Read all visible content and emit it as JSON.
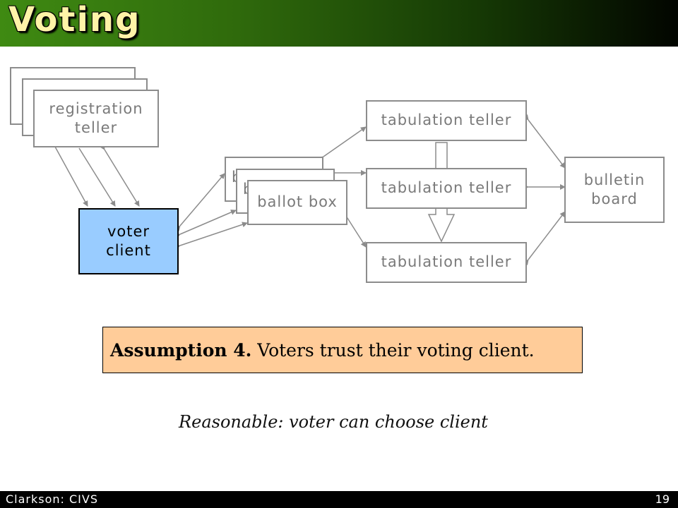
{
  "slide": {
    "title": "Voting",
    "footer_left": "Clarkson: CIVS",
    "page_number": "19"
  },
  "diagram": {
    "registration_teller": "registration\nteller",
    "voter_client": "voter\nclient",
    "ballot_box": "ballot box",
    "ballot_box_back_partial_1": "b",
    "ballot_box_back_partial_2": "b",
    "tabulation_teller": "tabulation teller",
    "bulletin_board": "bulletin\nboard"
  },
  "assumption": {
    "label": "Assumption 4.",
    "text": " Voters trust their voting client."
  },
  "note": "Reasonable: voter can choose client",
  "colors": {
    "voter_client": "#99ccff",
    "assumption_bg": "#ffcc99",
    "title_text": "#fff3a8"
  }
}
